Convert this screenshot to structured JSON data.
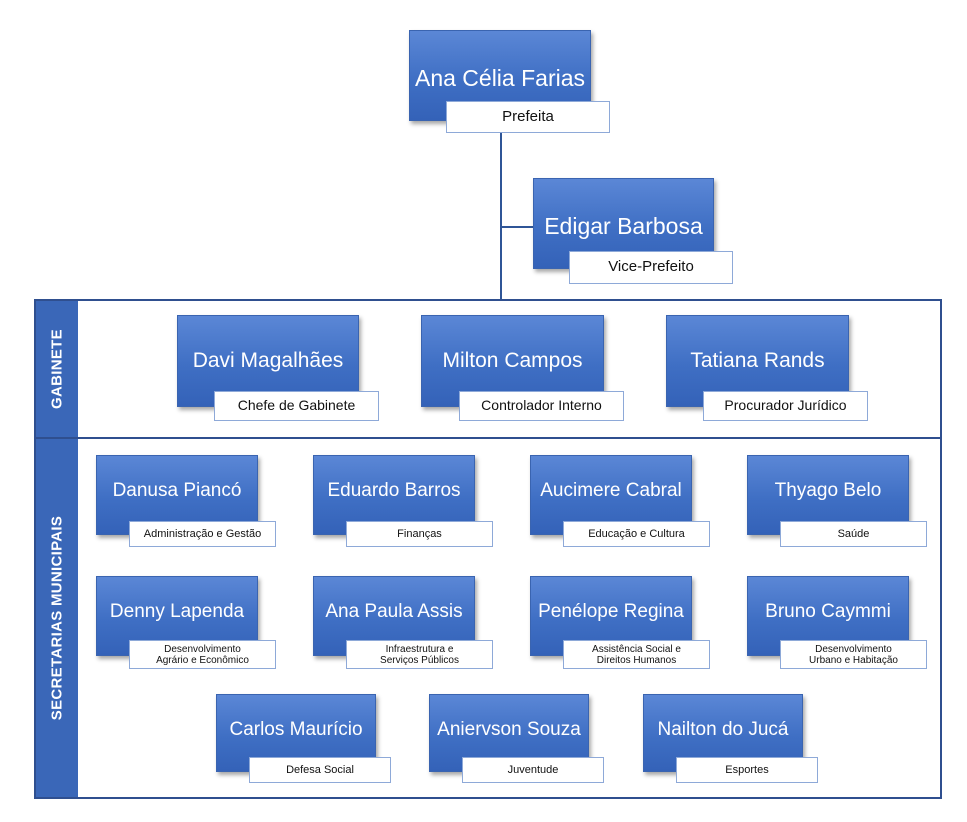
{
  "top": [
    {
      "name": "Ana Célia Farias",
      "role": "Prefeita"
    },
    {
      "name": "Edigar Barbosa",
      "role": "Vice-Prefeito"
    }
  ],
  "gabinete": {
    "title": "GABINETE",
    "members": [
      {
        "name": "Davi Magalhães",
        "role": "Chefe de Gabinete"
      },
      {
        "name": "Milton Campos",
        "role": "Controlador Interno"
      },
      {
        "name": "Tatiana Rands",
        "role": "Procurador Jurídico"
      }
    ]
  },
  "secretarias": {
    "title": "SECRETARIAS MUNICIPAIS",
    "members": [
      {
        "name": "Danusa Piancó",
        "role": "Administração e Gestão"
      },
      {
        "name": "Eduardo Barros",
        "role": "Finanças"
      },
      {
        "name": "Aucimere Cabral",
        "role": "Educação e Cultura"
      },
      {
        "name": "Thyago Belo",
        "role": "Saúde"
      },
      {
        "name": "Denny Lapenda",
        "role_l1": "Desenvolvimento",
        "role_l2": "Agrário e Econômico"
      },
      {
        "name": "Ana Paula Assis",
        "role_l1": "Infraestrutura e",
        "role_l2": "Serviços Públicos"
      },
      {
        "name": "Penélope Regina",
        "role_l1": "Assistência Social e",
        "role_l2": "Direitos Humanos"
      },
      {
        "name": "Bruno Caymmi",
        "role_l1": "Desenvolvimento",
        "role_l2": "Urbano e Habitação"
      },
      {
        "name": "Carlos Maurício",
        "role": "Defesa Social"
      },
      {
        "name": "Aniervson Souza",
        "role": "Juventude"
      },
      {
        "name": "Nailton do Jucá",
        "role": "Esportes"
      }
    ]
  }
}
